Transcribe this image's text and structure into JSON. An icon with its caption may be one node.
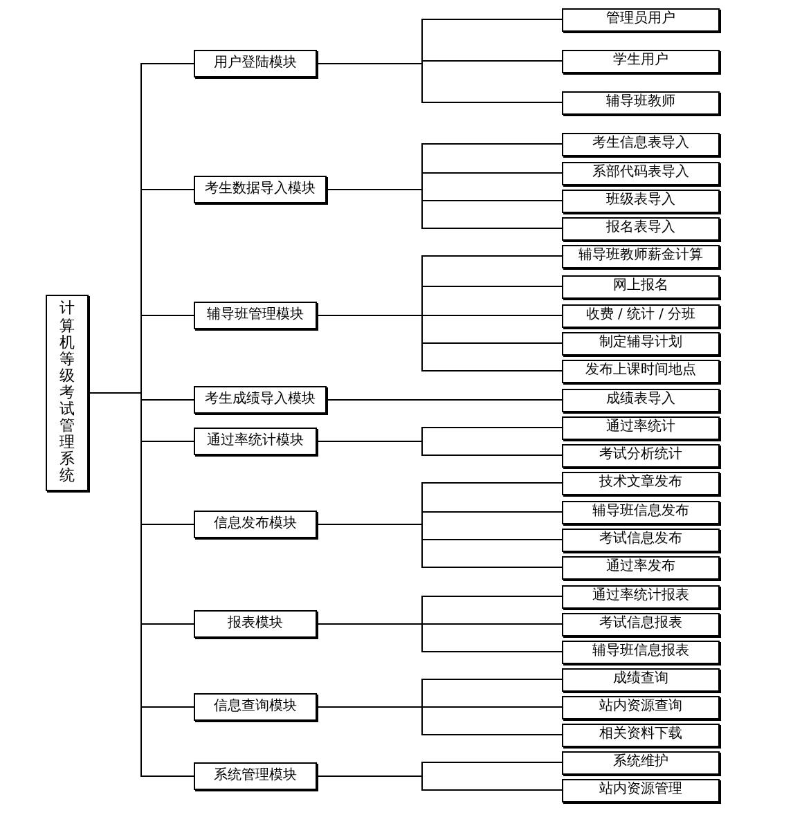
{
  "diagram": {
    "nodes": [
      {
        "text": [
          "计算机等级考试管理系统"
        ]
      },
      {
        "text": [
          "用户登陆模块"
        ]
      },
      {
        "text": [
          "管理员用户"
        ]
      },
      {
        "text": [
          "学生用户"
        ]
      },
      {
        "text": [
          "辅导班教师"
        ]
      },
      {
        "text": [
          "考生数据导入模块"
        ]
      },
      {
        "text": [
          "考生信息表导入"
        ]
      },
      {
        "text": [
          "系部代码表导入"
        ]
      },
      {
        "text": [
          "班级表导入"
        ]
      },
      {
        "text": [
          "报名表导入"
        ]
      },
      {
        "text": [
          "辅导班管理模块"
        ]
      },
      {
        "text": [
          "辅导班教师薪金计算"
        ]
      },
      {
        "text": [
          "网上报名"
        ]
      },
      {
        "text": [
          "收费 / 统计 / 分班"
        ]
      },
      {
        "text": [
          "制定辅导计划"
        ]
      },
      {
        "text": [
          "发布上课时间地点"
        ]
      },
      {
        "text": [
          "考生成绩导入模块"
        ]
      },
      {
        "text": [
          "成绩表导入"
        ]
      },
      {
        "text": [
          "通过率统计模块"
        ]
      },
      {
        "text": [
          "通过率统计"
        ]
      },
      {
        "text": [
          "考试分析统计"
        ]
      },
      {
        "text": [
          "信息发布模块"
        ]
      },
      {
        "text": [
          "技术文章发布"
        ]
      },
      {
        "text": [
          "辅导班信息发布"
        ]
      },
      {
        "text": [
          "考试信息发布"
        ]
      },
      {
        "text": [
          "通过率发布"
        ]
      },
      {
        "text": [
          "报表模块"
        ]
      },
      {
        "text": [
          "通过率统计报表"
        ]
      },
      {
        "text": [
          "考试信息报表"
        ]
      },
      {
        "text": [
          "辅导班信息报表"
        ]
      },
      {
        "text": [
          "信息查询模块"
        ]
      },
      {
        "text": [
          "成绩查询"
        ]
      },
      {
        "text": [
          "站内资源查询"
        ]
      },
      {
        "text": [
          "相关资料下载"
        ]
      },
      {
        "text": [
          "系统管理模块"
        ]
      },
      {
        "text": [
          "系统维护"
        ]
      },
      {
        "text": [
          "站内资源管理"
        ]
      }
    ],
    "edges": [
      {
        "from": 0,
        "to": 1,
        "arrow": "none"
      },
      {
        "from": 0,
        "to": 5,
        "arrow": "none"
      },
      {
        "from": 0,
        "to": 10,
        "arrow": "none"
      },
      {
        "from": 0,
        "to": 16,
        "arrow": "none"
      },
      {
        "from": 0,
        "to": 18,
        "arrow": "none"
      },
      {
        "from": 0,
        "to": 21,
        "arrow": "none"
      },
      {
        "from": 0,
        "to": 26,
        "arrow": "none"
      },
      {
        "from": 0,
        "to": 30,
        "arrow": "none"
      },
      {
        "from": 0,
        "to": 34,
        "arrow": "none"
      },
      {
        "from": 1,
        "to": 2,
        "arrow": "none"
      },
      {
        "from": 1,
        "to": 3,
        "arrow": "none"
      },
      {
        "from": 1,
        "to": 4,
        "arrow": "none"
      },
      {
        "from": 5,
        "to": 6,
        "arrow": "none"
      },
      {
        "from": 5,
        "to": 7,
        "arrow": "none"
      },
      {
        "from": 5,
        "to": 8,
        "arrow": "none"
      },
      {
        "from": 5,
        "to": 9,
        "arrow": "none"
      },
      {
        "from": 10,
        "to": 11,
        "arrow": "none"
      },
      {
        "from": 10,
        "to": 12,
        "arrow": "none"
      },
      {
        "from": 10,
        "to": 13,
        "arrow": "none"
      },
      {
        "from": 10,
        "to": 14,
        "arrow": "none"
      },
      {
        "from": 10,
        "to": 15,
        "arrow": "none"
      },
      {
        "from": 16,
        "to": 17,
        "arrow": "none"
      },
      {
        "from": 18,
        "to": 19,
        "arrow": "none"
      },
      {
        "from": 18,
        "to": 20,
        "arrow": "none"
      },
      {
        "from": 21,
        "to": 22,
        "arrow": "none"
      },
      {
        "from": 21,
        "to": 23,
        "arrow": "none"
      },
      {
        "from": 21,
        "to": 24,
        "arrow": "none"
      },
      {
        "from": 21,
        "to": 25,
        "arrow": "none"
      },
      {
        "from": 26,
        "to": 27,
        "arrow": "none"
      },
      {
        "from": 26,
        "to": 28,
        "arrow": "none"
      },
      {
        "from": 26,
        "to": 29,
        "arrow": "none"
      },
      {
        "from": 30,
        "to": 31,
        "arrow": "none"
      },
      {
        "from": 30,
        "to": 32,
        "arrow": "none"
      },
      {
        "from": 30,
        "to": 33,
        "arrow": "none"
      },
      {
        "from": 34,
        "to": 35,
        "arrow": "none"
      },
      {
        "from": 34,
        "to": 36,
        "arrow": "none"
      }
    ]
  }
}
